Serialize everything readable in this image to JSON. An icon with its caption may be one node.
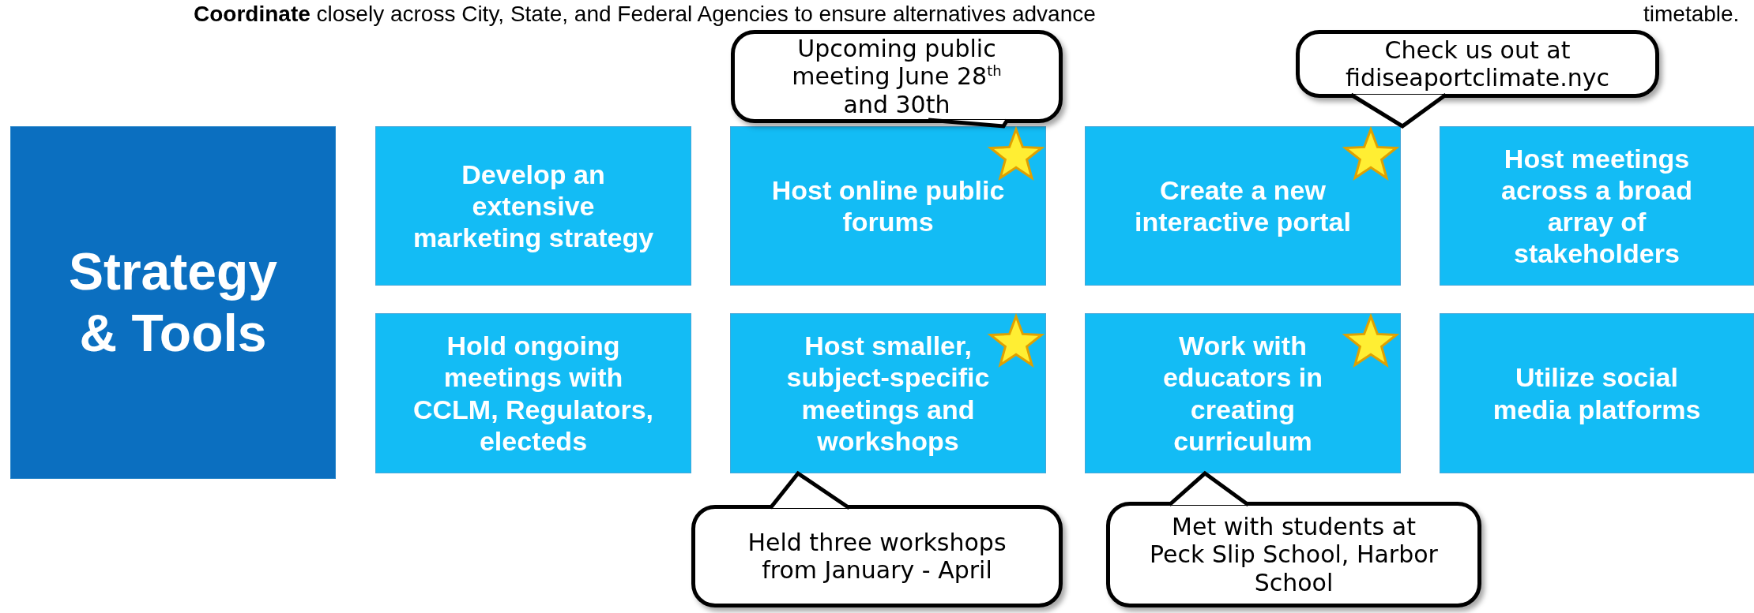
{
  "diagram": {
    "nodes": [
      {
        "text": [
          "Strategy & Tools"
        ]
      },
      {
        "text": [
          "Develop an extensive marketing strategy"
        ]
      },
      {
        "text": [
          "Host online public forums"
        ]
      },
      {
        "text": [
          "Create a new interactive portal"
        ]
      },
      {
        "text": [
          "Host meetings across a broad array of stakeholders"
        ]
      },
      {
        "text": [
          "Hold ongoing meetings with CCLM, Regulators, electeds"
        ]
      },
      {
        "text": [
          "Host smaller, subject-specific meetings and workshops"
        ]
      },
      {
        "text": [
          "Work with educators in creating curriculum"
        ]
      },
      {
        "text": [
          "Utilize social media platforms"
        ]
      },
      {
        "text": [
          "Upcoming public meeting June 28$^{th}$ and 30th"
        ]
      },
      {
        "text": [
          "Check us out at fidiseaportclimate.nyc"
        ]
      },
      {
        "text": [
          "Held three workshops from January - April"
        ]
      },
      {
        "text": [
          "Met with students at Peck Slip School, Harbor School"
        ]
      }
    ],
    "edges": [
      {
        "from": 9,
        "to": 2,
        "arrow": "none"
      },
      {
        "from": 10,
        "to": 3,
        "arrow": "none"
      },
      {
        "from": 11,
        "to": 6,
        "arrow": "none"
      },
      {
        "from": 12,
        "to": 7,
        "arrow": "none"
      }
    ],
    "labels": [
      "**Coordinate** closely across City, State, and Federal Agencies to ensure alternatives advance",
      "timetable."
    ]
  }
}
